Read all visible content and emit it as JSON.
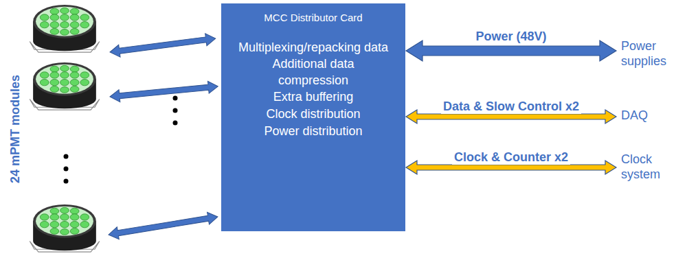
{
  "diagram": {
    "nodes": [
      {
        "text": [
          "MCC Distributor Card",
          "Multiplexing/repacking data",
          "Additional data compression",
          "Extra buffering",
          "Clock distribution",
          "Power distribution"
        ]
      },
      {
        "text": [
          "Power supplies"
        ]
      },
      {
        "text": [
          "DAQ"
        ]
      },
      {
        "text": [
          "Clock system"
        ]
      }
    ],
    "edges": [
      {
        "from": 0,
        "to": 1,
        "arrow": "both",
        "label": "Power (48V)"
      },
      {
        "from": 0,
        "to": 2,
        "arrow": "both",
        "label": "Data & Slow Control x2"
      },
      {
        "from": 0,
        "to": 3,
        "arrow": "both",
        "label": "Clock & Counter x2"
      }
    ],
    "labels": [
      "24 mPMT modules"
    ]
  }
}
